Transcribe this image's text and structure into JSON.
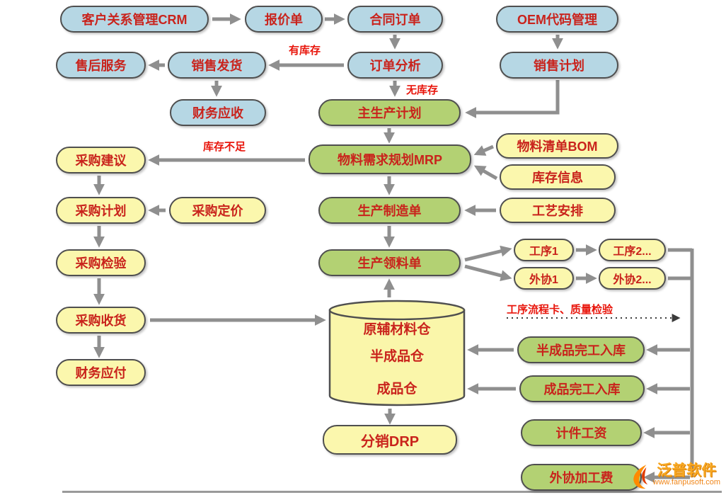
{
  "diagram": {
    "nodes": {
      "crm": "客户关系管理CRM",
      "quote": "报价单",
      "contract_order": "合同订单",
      "oem": "OEM代码管理",
      "after_sales": "售后服务",
      "sales_delivery": "销售发货",
      "order_analysis": "订单分析",
      "sales_plan": "销售计划",
      "finance_receivable": "财务应收",
      "master_plan": "主生产计划",
      "purchase_suggest": "采购建议",
      "mrp": "物料需求规划MRP",
      "bom": "物料清单BOM",
      "inventory_info": "库存信息",
      "purchase_plan": "采购计划",
      "purchase_pricing": "采购定价",
      "production_order": "生产制造单",
      "process_arrange": "工艺安排",
      "purchase_inspect": "采购检验",
      "material_requisition": "生产领料单",
      "process1": "工序1",
      "process2": "工序2...",
      "outsource1": "外协1",
      "outsource2": "外协2...",
      "purchase_receive": "采购收货",
      "finance_payable": "财务应付",
      "semi_finished_in": "半成品完工入库",
      "finished_in": "成品完工入库",
      "drp": "分销DRP",
      "piece_wage": "计件工资",
      "outsource_fee": "外协加工费"
    },
    "warehouse": [
      "原辅材料仓",
      "半成品仓",
      "成品仓"
    ],
    "edge_labels": {
      "has_stock": "有库存",
      "no_stock": "无库存",
      "stock_insufficient": "库存不足",
      "process_card": "工序流程卡、质量检验"
    }
  },
  "watermark": {
    "brand": "泛普软件",
    "url": "www.fanpusoft.com"
  },
  "colors": {
    "node_blue": "#b6d7e4",
    "node_green": "#b3d173",
    "node_yellow": "#fbf7ad",
    "node_text": "#c9231c",
    "edge_label_text": "#e8150b",
    "arrow": "#8f8f8f",
    "border": "#4f4f4f"
  }
}
